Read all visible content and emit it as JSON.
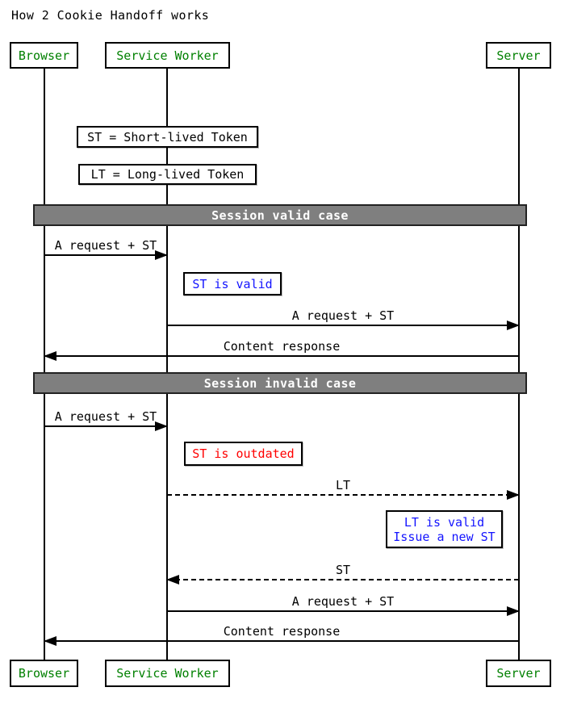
{
  "title": "How 2 Cookie Handoff works",
  "actors": [
    {
      "name": "Browser"
    },
    {
      "name": "Service Worker"
    },
    {
      "name": "Server"
    }
  ],
  "legend_notes": [
    {
      "text": "ST = Short-lived Token"
    },
    {
      "text": "LT = Long-lived Token"
    }
  ],
  "sections": [
    {
      "label": "Session valid case"
    },
    {
      "label": "Session invalid case"
    }
  ],
  "messages": [
    {
      "label": "A request + ST",
      "from": "Browser",
      "to": "Service Worker",
      "line": "solid"
    },
    {
      "label": "A request + ST",
      "from": "Service Worker",
      "to": "Server",
      "line": "solid"
    },
    {
      "label": "Content response",
      "from": "Server",
      "to": "Browser",
      "line": "solid"
    },
    {
      "label": "A request + ST",
      "from": "Browser",
      "to": "Service Worker",
      "line": "solid"
    },
    {
      "label": "LT",
      "from": "Service Worker",
      "to": "Server",
      "line": "dashed"
    },
    {
      "label": "ST",
      "from": "Server",
      "to": "Service Worker",
      "line": "dashed"
    },
    {
      "label": "A request + ST",
      "from": "Service Worker",
      "to": "Server",
      "line": "solid"
    },
    {
      "label": "Content response",
      "from": "Server",
      "to": "Browser",
      "line": "solid"
    }
  ],
  "state_notes": [
    {
      "lines": [
        "ST is valid"
      ],
      "color": "blue"
    },
    {
      "lines": [
        "ST is outdated"
      ],
      "color": "red"
    },
    {
      "lines": [
        "LT is valid",
        "Issue a new ST"
      ],
      "color": "blue"
    }
  ],
  "colors": {
    "actor_text": "#008000",
    "status_blue": "#1414ff",
    "status_red": "#ff0000",
    "section_fill": "#7f7f7f",
    "section_text": "#ffffff",
    "line": "#000000"
  }
}
